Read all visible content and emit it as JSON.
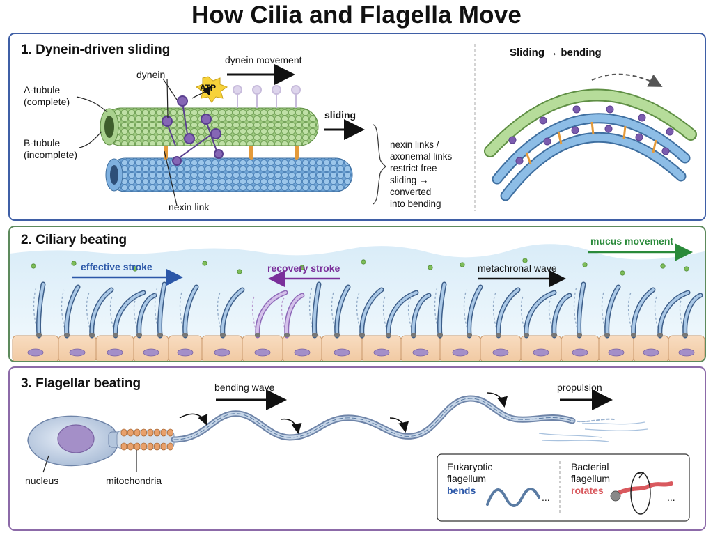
{
  "title": "How Cilia and Flagella Move",
  "panel1": {
    "heading": "1. Dynein-driven sliding",
    "a_tubule": [
      "A-tubule",
      "(complete)"
    ],
    "b_tubule": [
      "B-tubule",
      "(incomplete)"
    ],
    "dynein": "dynein",
    "atp": "ATP",
    "dynein_movement": "dynein movement",
    "sliding": "sliding",
    "nexin_link": "nexin link",
    "note": [
      "nexin links /",
      "axonemal links",
      "restrict free",
      "sliding →",
      "converted",
      "into bending"
    ],
    "sliding_bending": "Sliding → bending"
  },
  "panel2": {
    "heading": "2. Ciliary beating",
    "mucus_movement": "mucus movement",
    "effective_stroke": "effective stroke",
    "recovery_stroke": "recovery stroke",
    "metachronal_wave": "metachronal wave"
  },
  "panel3": {
    "heading": "3. Flagellar beating",
    "bending_wave": "bending wave",
    "propulsion": "propulsion",
    "nucleus": "nucleus",
    "mitochondria": "mitochondria",
    "eukaryotic": [
      "Eukaryotic",
      "flagellum"
    ],
    "bends": "bends",
    "bacterial": [
      "Bacterial",
      "flagellum"
    ],
    "rotates": "rotates",
    "ellipsis": "..."
  },
  "colors": {
    "panel1_border": "#3f5fa6",
    "panel2_border": "#5d8a5c",
    "panel3_border": "#8c6aa8",
    "effective": "#2b57a8",
    "recovery": "#7a2f9a",
    "mucus": "#2a8a3a",
    "a_tubule": "#a9d18e",
    "b_tubule": "#7fb2df",
    "dynein": "#8566b5",
    "bacterial": "#d9595e"
  }
}
